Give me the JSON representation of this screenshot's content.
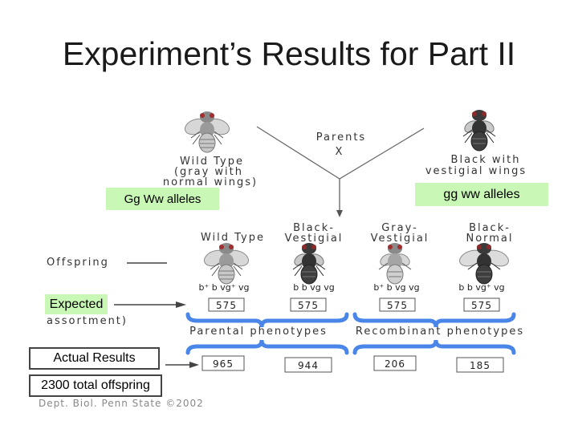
{
  "slide": {
    "title": "Experiment’s Results for Part II"
  },
  "labels": {
    "gg_ww_left": "Gg Ww alleles",
    "gg_ww_right": "gg ww alleles",
    "expected": "Expected",
    "actual": "Actual Results",
    "total": "2300 total offspring"
  },
  "figure": {
    "parents": "Parents",
    "cross": "X",
    "wild_type_parent": [
      "Wild Type",
      "(gray with",
      "normal wings)"
    ],
    "black_vestigial_parent": [
      "Black with",
      "vestigial wings"
    ],
    "offspring": "Offspring",
    "assortment": "assortment)",
    "phenotypes": [
      "Wild Type",
      "Black-Vestigial",
      "Gray-Vestigial",
      "Black-Normal"
    ],
    "phenotype_lines": [
      [
        "Wild Type"
      ],
      [
        "Black-",
        "Vestigial"
      ],
      [
        "Gray-",
        "Vestigial"
      ],
      [
        "Black-",
        "Normal"
      ]
    ],
    "genotypes": [
      "b⁺ b  vg⁺ vg",
      "b b vg vg",
      "b⁺ b  vg vg",
      "b b vg⁺ vg"
    ],
    "expected_counts": [
      "575",
      "575",
      "575",
      "575"
    ],
    "actual_counts": [
      "965",
      "944",
      "206",
      "185"
    ],
    "parental_phenotypes": "Parental phenotypes",
    "recombinant_phenotypes": "Recombinant phenotypes",
    "credit": "Dept. Biol. Penn State ©2002"
  }
}
